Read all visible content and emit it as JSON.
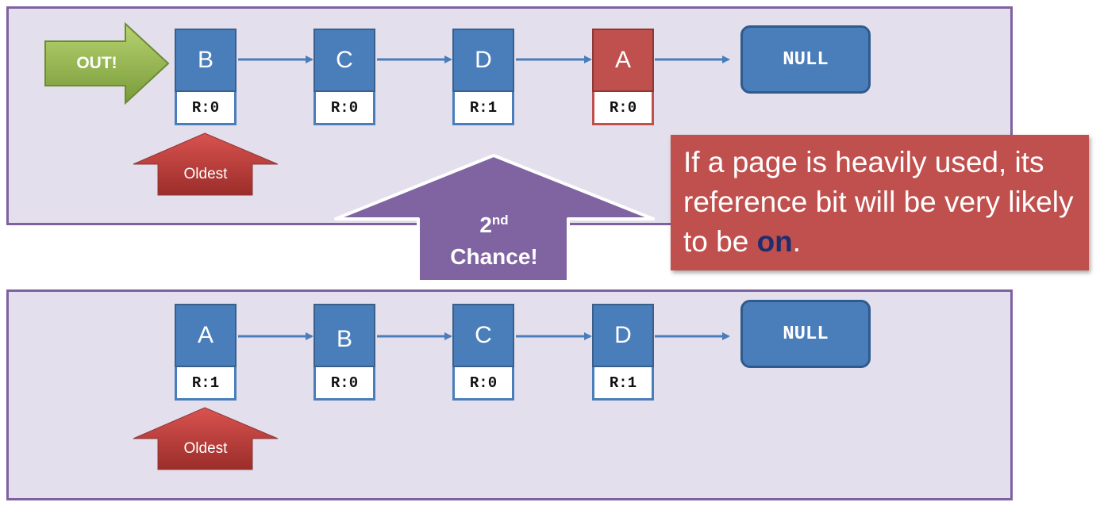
{
  "top": {
    "out_label": "OUT!",
    "oldest_label": "Oldest",
    "nodes": [
      {
        "page": "B",
        "ref": "R:0"
      },
      {
        "page": "C",
        "ref": "R:0"
      },
      {
        "page": "D",
        "ref": "R:1"
      },
      {
        "page": "A",
        "ref": "R:0"
      }
    ],
    "null_label": "NULL"
  },
  "second_chance": {
    "number": "2",
    "suffix": "nd",
    "word": "Chance!"
  },
  "callout": {
    "text_before": "If a page is heavily used, its reference bit will be very likely to be ",
    "emphasis": "on",
    "text_after": "."
  },
  "bottom": {
    "oldest_label": "Oldest",
    "nodes": [
      {
        "page": "A",
        "ref": "R:1"
      },
      {
        "page": "B",
        "ref": "R:0"
      },
      {
        "page": "C",
        "ref": "R:0"
      },
      {
        "page": "D",
        "ref": "R:1"
      }
    ],
    "null_label": "NULL"
  },
  "colors": {
    "panel_bg": "#e4dfec",
    "panel_border": "#7f60a0",
    "node_blue": "#4a7ebb",
    "node_red": "#c0504d",
    "arrow_green": "#8fb14b",
    "arrow_red": "#c0504d",
    "arrow_purple": "#8064a2",
    "callout_bg": "#c0504d"
  }
}
